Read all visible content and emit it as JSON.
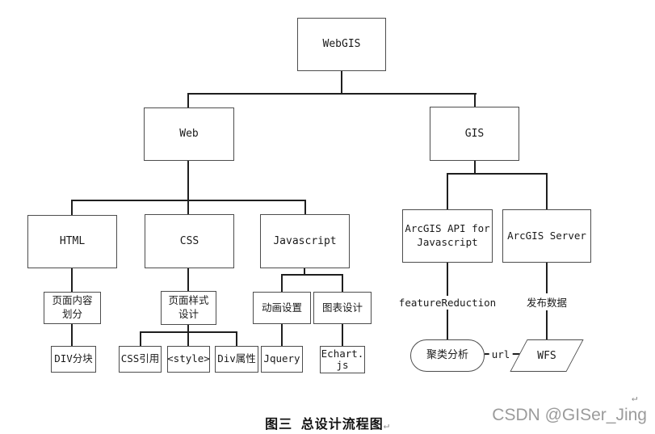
{
  "diagram": {
    "nodes": {
      "webgis": {
        "label": "WebGIS"
      },
      "web": {
        "label": "Web"
      },
      "gis": {
        "label": "GIS"
      },
      "html": {
        "label": "HTML"
      },
      "css": {
        "label": "CSS"
      },
      "javascript": {
        "label": "Javascript"
      },
      "arcgis_api": {
        "line1": "ArcGIS API for",
        "line2": "Javascript"
      },
      "arcgis_server": {
        "label": "ArcGIS Server"
      },
      "page_content": {
        "line1": "页面内容",
        "line2": "划分"
      },
      "page_style": {
        "line1": "页面样式",
        "line2": "设计"
      },
      "animation": {
        "label": "动画设置"
      },
      "chart_design": {
        "label": "图表设计"
      },
      "div_block": {
        "label": "DIV分块"
      },
      "css_ref": {
        "label": "CSS引用"
      },
      "style_tag": {
        "label": "<style>"
      },
      "div_attr": {
        "label": "Div属性"
      },
      "jquery": {
        "label": "Jquery"
      },
      "echart": {
        "line1": "Echart.",
        "line2": "js"
      },
      "cluster": {
        "label": "聚类分析"
      },
      "wfs": {
        "label": "WFS"
      }
    },
    "edge_labels": {
      "feature_reduction": "featureReduction",
      "publish_data": "发布数据",
      "url": "url"
    },
    "caption": "图三 总设计流程图",
    "paragraph_mark": "↵",
    "watermark": "CSDN @GISer_Jing",
    "colors": {
      "line": "#1f1f1f",
      "box_border": "#4d4d4d",
      "watermark_gray": "#9b9b9b",
      "background": "#ffffff"
    }
  }
}
